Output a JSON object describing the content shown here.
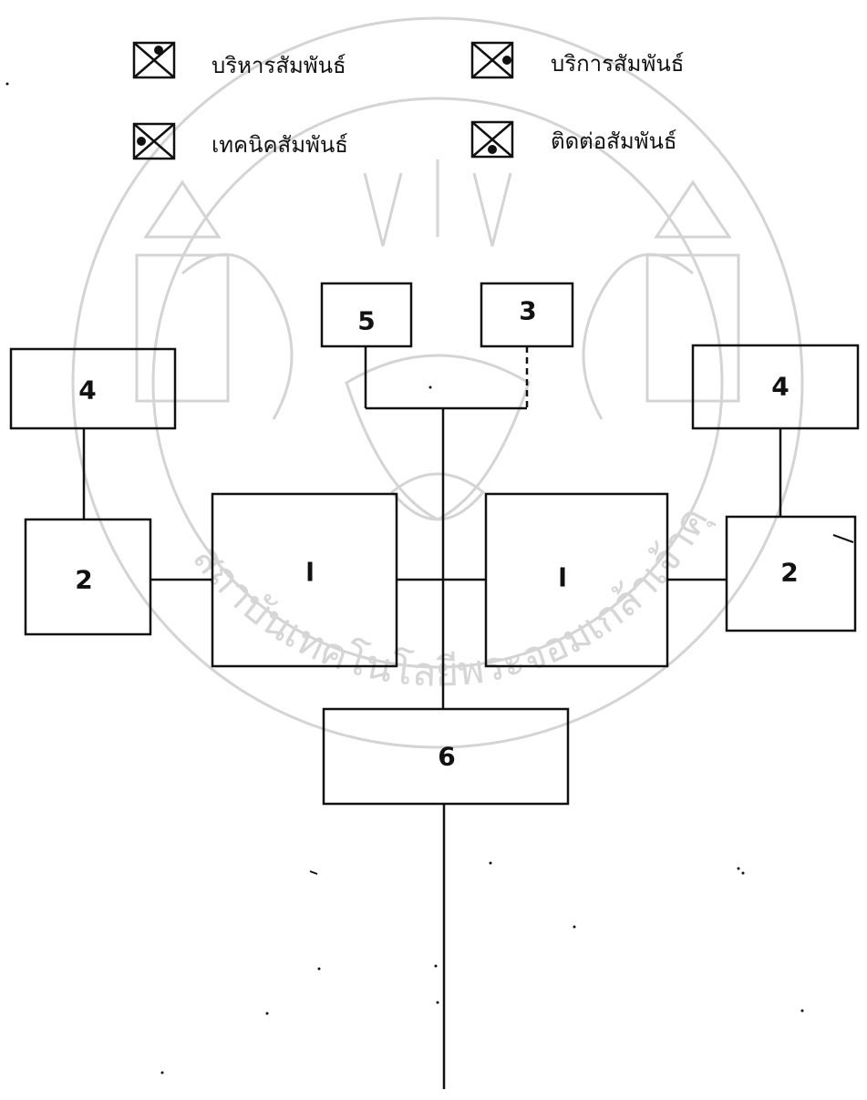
{
  "legend": [
    {
      "label": "บริหารสัมพันธ์",
      "icon": "legend-marker-top-dot-icon"
    },
    {
      "label": "บริการสัมพันธ์",
      "icon": "legend-marker-right-dot-icon"
    },
    {
      "label": "เทคนิคสัมพันธ์",
      "icon": "legend-marker-left-dot-icon"
    },
    {
      "label": "ติดต่อสัมพันธ์",
      "icon": "legend-marker-bottom-dot-icon"
    }
  ],
  "boxes": {
    "left_4": "4",
    "right_4": "4",
    "left_2": "2",
    "right_2": "2",
    "left_1": "l",
    "right_1": "l",
    "top_5": "5",
    "top_3": "3",
    "bottom_6": "6"
  },
  "watermark": {
    "description_icon": "university-seal-watermark-icon",
    "text": "สถาบันเทคโนโลยีพระจอมเกล้าเจ้าคุณทหารลาดกระบัง"
  },
  "colors": {
    "ink": "#111111",
    "watermark": "#d4d4d4"
  }
}
